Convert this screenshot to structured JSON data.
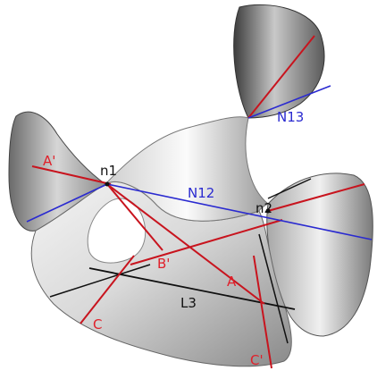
{
  "colors": {
    "background": "#ffffff",
    "surface_light": "#e6e6e6",
    "surface_dark": "#6e6e6e",
    "red_line": "#c8141e",
    "blue_line": "#2a2ad0",
    "black_line": "#101010"
  },
  "labels": {
    "a_prime": "A'",
    "a": "A",
    "b_prime": "B'",
    "c": "C",
    "c_prime": "C'",
    "n1": "n1",
    "n2": "n2",
    "n12": "N12",
    "n13": "N13",
    "l3": "L3"
  }
}
